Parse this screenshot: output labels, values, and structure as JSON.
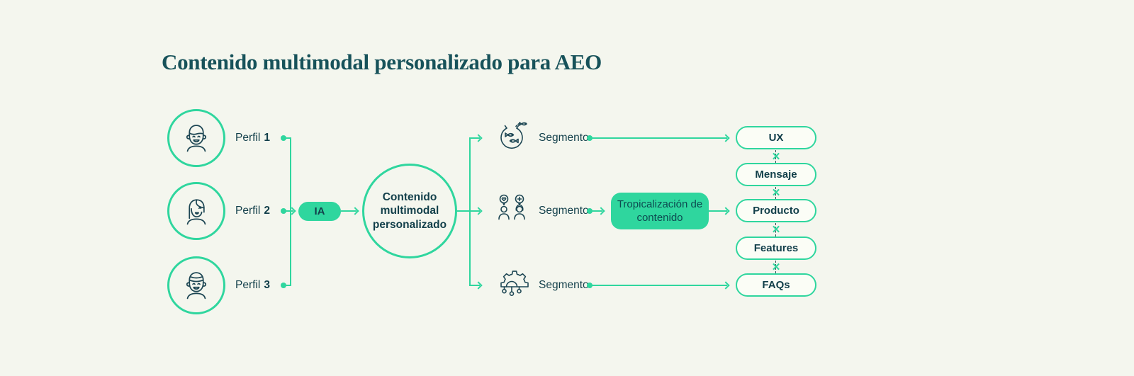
{
  "title": "Contenido multimodal personalizado para AEO",
  "colors": {
    "background": "#f4f6ee",
    "accent_green": "#2fd69e",
    "dark_teal": "#123f4a"
  },
  "profiles": [
    {
      "label": "Perfil",
      "number": "1",
      "icon": "man-face-icon"
    },
    {
      "label": "Perfil",
      "number": "2",
      "icon": "woman-face-icon"
    },
    {
      "label": "Perfil",
      "number": "3",
      "icon": "capped-man-face-icon"
    }
  ],
  "ia_node": {
    "label": "IA"
  },
  "center_node": {
    "label": "Contenido multimodal personalizado"
  },
  "segments": [
    {
      "label": "Segmento",
      "icon": "fishbowl-icon"
    },
    {
      "label": "Segmento",
      "icon": "people-chat-icon"
    },
    {
      "label": "Segmento",
      "icon": "gear-network-icon"
    }
  ],
  "tropicalization_node": {
    "label": "Tropicalización de contenido"
  },
  "outputs": [
    {
      "label": "UX"
    },
    {
      "label": "Mensaje"
    },
    {
      "label": "Producto"
    },
    {
      "label": "Features"
    },
    {
      "label": "FAQs"
    }
  ],
  "icons": {
    "cut_mark": "✕"
  }
}
